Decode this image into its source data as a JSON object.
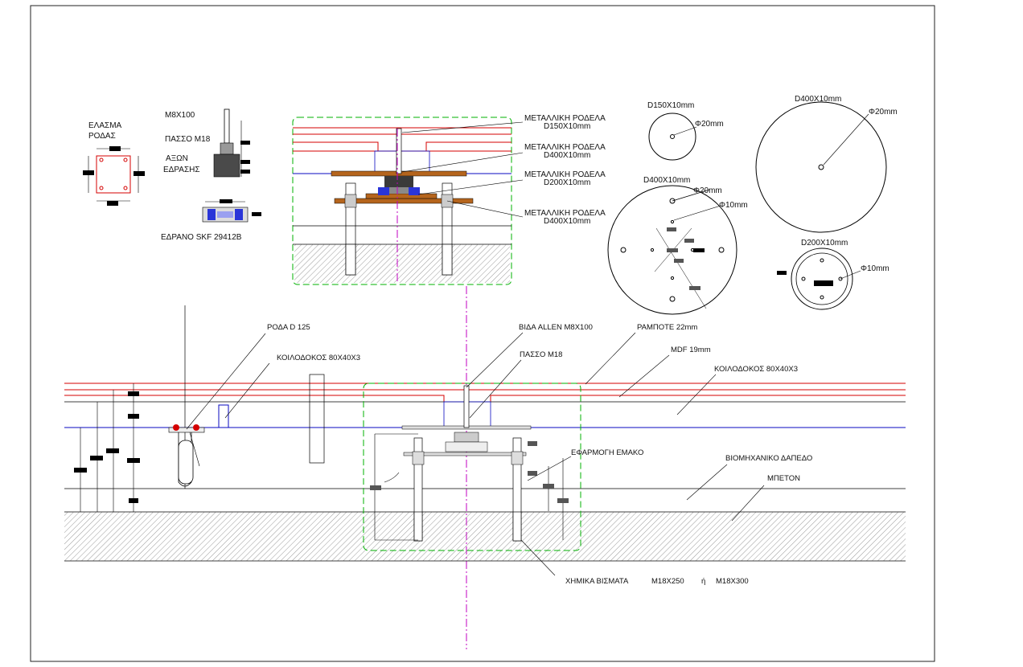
{
  "labels": {
    "elasma_title": "ΕΛΑΣΜΑ",
    "elasma_sub": "ΡΟΔΑΣ",
    "m8x100": "M8X100",
    "passo_small": "ΠΑΣΣΟ M18",
    "axon": "ΑΞΩΝ",
    "edrasis": "ΕΔΡΑΣΗΣ",
    "edrano": "ΕΔΡΑΝΟ SKF 29412B",
    "rodela1_title": "ΜΕΤΑΛΛΙΚΗ ΡΟΔΕΛΑ",
    "rodela1_size": "D150X10mm",
    "rodela2_title": "ΜΕΤΑΛΛΙΚΗ ΡΟΔΕΛΑ",
    "rodela2_size": "D400X10mm",
    "rodela3_title": "ΜΕΤΑΛΛΙΚΗ ΡΟΔΕΛΑ",
    "rodela3_size": "D200X10mm",
    "rodela4_title": "ΜΕΤΑΛΛΙΚΗ ΡΟΔΕΛΑ",
    "rodela4_size": "D400X10mm",
    "c1_title": "D150X10mm",
    "c1_hole": "Φ20mm",
    "c2_title": "D400X10mm",
    "c2_hole": "Φ20mm",
    "c3_title": "D400X10mm",
    "c3_hole1": "Φ20mm",
    "c3_hole2": "Φ10mm",
    "c4_title": "D200X10mm",
    "c4_hole": "Φ10mm",
    "roda": "ΡΟΔΑ D 125",
    "koilodokos_left": "ΚΟΙΛΟΔΟΚΟΣ 80Χ40Χ3",
    "vida_allen": "ΒΙΔΑ ALLEN M8X100",
    "passo_big": "ΠΑΣΣΟ M18",
    "rampote": "ΡΑΜΠΟΤΕ 22mm",
    "mdf": "MDF 19mm",
    "koilodokos_right": "ΚΟΙΛΟΔΟΚΟΣ 80Χ40Χ3",
    "efarmogi": "ΕΦΑΡΜΟΓΗ ΕΜΑΚΟ",
    "viomixaniko": "ΒΙΟΜΗΧΑΝΙΚΟ ΔΑΠΕΔΟ",
    "beton": "ΜΠΕΤΟΝ",
    "ximika": "ΧΗΜΙΚΑ ΒΙΣΜΑΤΑ",
    "ximika_s1": "M18X250",
    "ximika_or": "ή",
    "ximika_s2": "M18X300"
  },
  "colors": {
    "line": "#000000",
    "red": "#d40000",
    "blue": "#0a0ac0",
    "green": "#00b000",
    "magenta": "#c000c0",
    "plate": "#b5651d",
    "bearing": "#2a35d8",
    "dark": "#3a3a3a",
    "dim": "#555555"
  }
}
